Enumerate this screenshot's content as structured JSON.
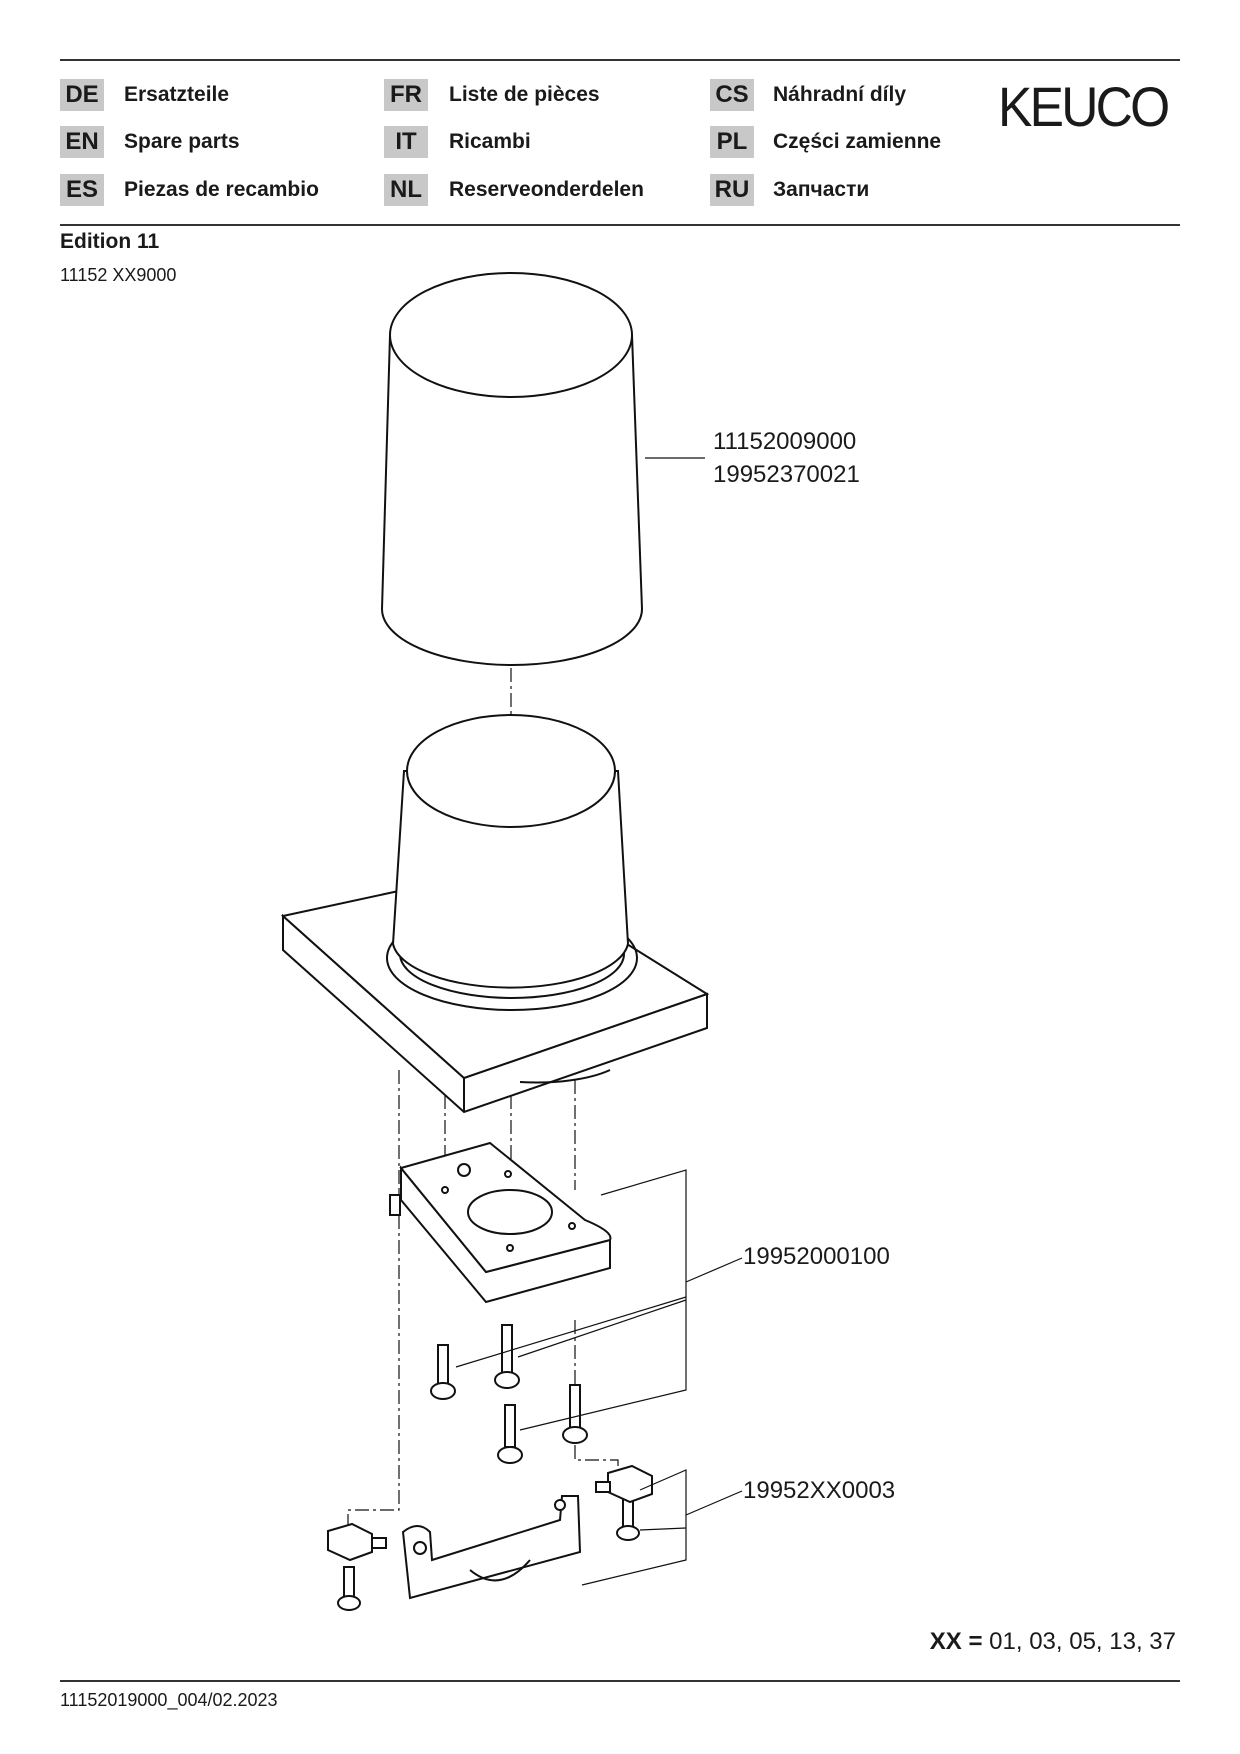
{
  "header": {
    "languages": [
      {
        "code": "DE",
        "label": "Ersatzteile"
      },
      {
        "code": "EN",
        "label": "Spare parts"
      },
      {
        "code": "ES",
        "label": "Piezas de recambio"
      },
      {
        "code": "FR",
        "label": "Liste de pièces"
      },
      {
        "code": "IT",
        "label": "Ricambi"
      },
      {
        "code": "NL",
        "label": "Reserveonderdelen"
      },
      {
        "code": "CS",
        "label": "Náhradní díly"
      },
      {
        "code": "PL",
        "label": "Części zamienne"
      },
      {
        "code": "RU",
        "label": "Запчасти"
      }
    ],
    "logo": "KEUCO"
  },
  "product": {
    "series": "Edition 11",
    "article": "11152 XX9000"
  },
  "parts": {
    "glass_1": "11152009000",
    "glass_2": "19952370021",
    "mount": "19952000100",
    "bracket": "19952XX0003"
  },
  "variants": {
    "key": "XX =",
    "values": "01, 03, 05, 13, 37"
  },
  "footer": {
    "doc_id": "11152019000_004/02.2023"
  }
}
